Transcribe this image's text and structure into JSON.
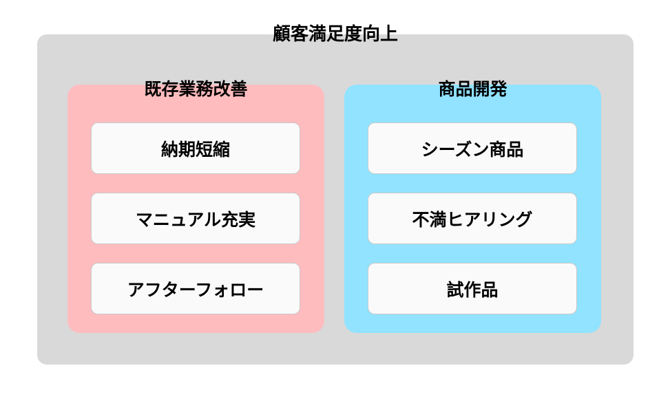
{
  "title": "顧客満足度向上",
  "colors": {
    "outer_bg": "#d9d9d9",
    "left_group_bg": "#ffbcbf",
    "right_group_bg": "#91e3ff",
    "card_bg": "#fafafa",
    "card_border": "#c8c8c8"
  },
  "groups": [
    {
      "title": "既存業務改善",
      "items": [
        "納期短縮",
        "マニュアル充実",
        "アフターフォロー"
      ]
    },
    {
      "title": "商品開発",
      "items": [
        "シーズン商品",
        "不満ヒアリング",
        "試作品"
      ]
    }
  ]
}
